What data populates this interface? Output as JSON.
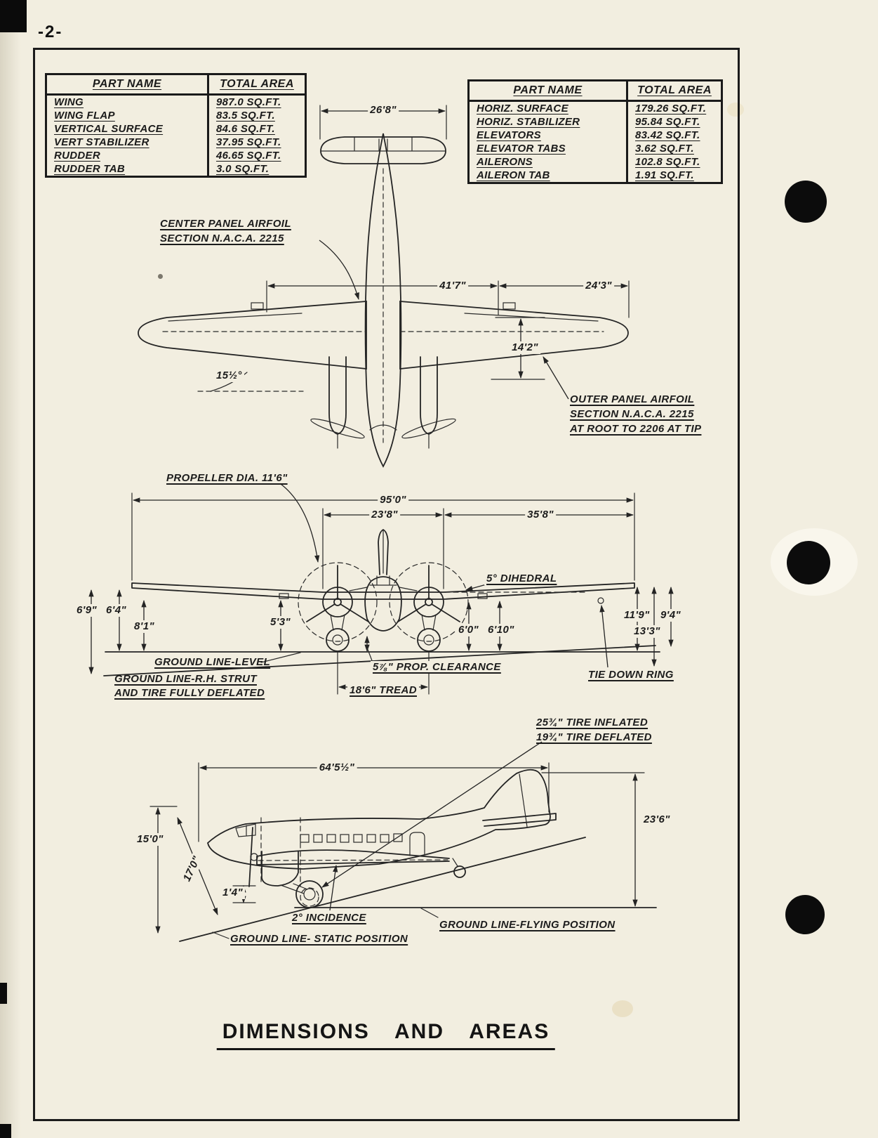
{
  "page": {
    "number": "-2-",
    "title": "DIMENSIONS AND AREAS"
  },
  "tables": {
    "left": {
      "headers": [
        "PART NAME",
        "TOTAL AREA"
      ],
      "rows": [
        [
          "WING",
          "987.0 SQ.FT."
        ],
        [
          "WING FLAP",
          "83.5 SQ.FT."
        ],
        [
          "VERTICAL SURFACE",
          "84.6 SQ.FT."
        ],
        [
          "VERT STABILIZER",
          "37.95 SQ.FT."
        ],
        [
          "RUDDER",
          "46.65 SQ.FT."
        ],
        [
          "RUDDER TAB",
          "3.0 SQ.FT."
        ]
      ]
    },
    "right": {
      "headers": [
        "PART NAME",
        "TOTAL AREA"
      ],
      "rows": [
        [
          "HORIZ. SURFACE",
          "179.26 SQ.FT."
        ],
        [
          "HORIZ. STABILIZER",
          "95.84 SQ.FT."
        ],
        [
          "ELEVATORS",
          "83.42 SQ.FT."
        ],
        [
          "ELEVATOR TABS",
          "3.62 SQ.FT."
        ],
        [
          "AILERONS",
          "102.8 SQ.FT."
        ],
        [
          "AILERON TAB",
          "1.91 SQ.FT."
        ]
      ]
    }
  },
  "plan_view": {
    "tail_span": "26'8\"",
    "center_airfoil_note": [
      "CENTER PANEL AIRFOIL",
      "SECTION N.A.C.A. 2215"
    ],
    "center_section": "41'7\"",
    "outer_panel": "24'3\"",
    "chord": "14'2\"",
    "sweep_angle": "15½°",
    "outer_airfoil_note": [
      "OUTER PANEL AIRFOIL",
      "SECTION N.A.C.A. 2215",
      "AT ROOT TO 2206 AT TIP"
    ]
  },
  "front_view": {
    "propeller_note": "PROPELLER DIA. 11'6\"",
    "span": "95'0\"",
    "center_section": "23'8\"",
    "outer_panel": "35'8\"",
    "dihedral": "5° DIHEDRAL",
    "height_6_9": "6'9\"",
    "height_6_4": "6'4\"",
    "height_8_1": "8'1\"",
    "height_5_3": "5'3\"",
    "height_6_0": "6'0\"",
    "height_6_10": "6'10\"",
    "height_11_9": "11'9\"",
    "height_9_4": "9'4\"",
    "height_13_3": "13'3\"",
    "ground_level": "GROUND LINE-LEVEL",
    "prop_clearance": "5⅞\" PROP. CLEARANCE",
    "ground_deflated_note": [
      "GROUND LINE-R.H. STRUT",
      "AND TIRE FULLY DEFLATED"
    ],
    "tread": "18'6\" TREAD",
    "tie_down": "TIE DOWN RING"
  },
  "side_view": {
    "tire_inflated": "25¾\" TIRE INFLATED",
    "tire_deflated": "19¾\" TIRE DEFLATED",
    "overall_length": "64'5½\"",
    "tail_height": "23'6\"",
    "height_15_0": "15'0\"",
    "height_17_0": "17'0\"",
    "clearance_1_4": "1'4\"",
    "incidence": "2° INCIDENCE",
    "ground_flying": "GROUND LINE-FLYING POSITION",
    "ground_static": "GROUND LINE- STATIC POSITION"
  }
}
